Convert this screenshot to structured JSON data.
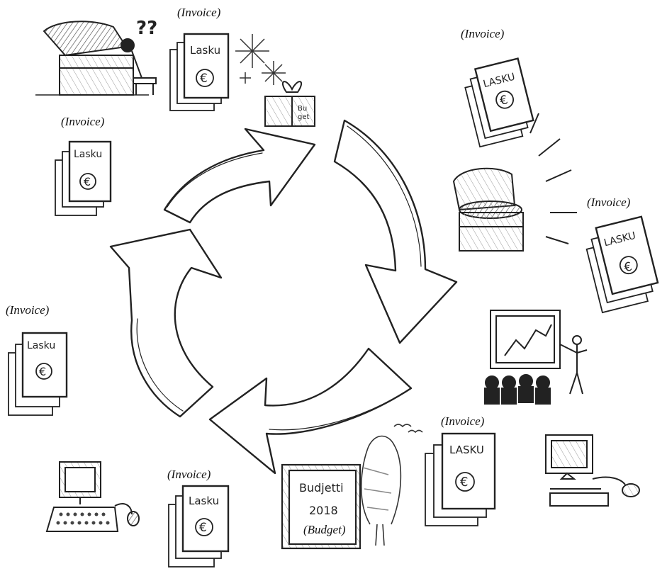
{
  "invoice_caption": "(Invoice)",
  "budget_caption": "(Budget)",
  "invoice_doc": {
    "title": "Lasku",
    "symbol": "€"
  },
  "invoice_doc_caps": {
    "title": "LASKU",
    "symbol": "€"
  },
  "budget_doc": {
    "title": "Budjetti",
    "year": "2018"
  },
  "gift_label": {
    "line1": "Bu",
    "line2": "get"
  },
  "question_marks": "??"
}
